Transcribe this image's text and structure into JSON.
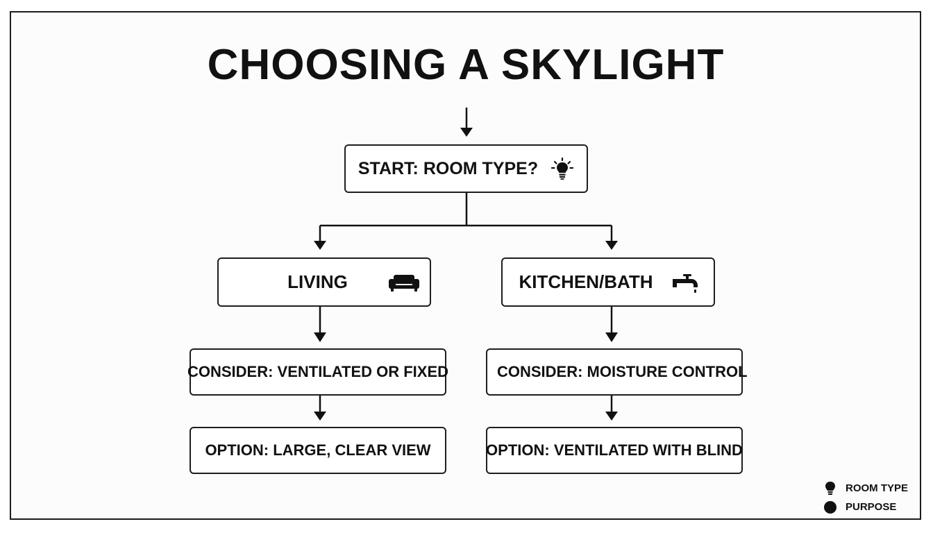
{
  "diagram": {
    "title": "CHOOSING A SKYLIGHT",
    "nodes": {
      "start": {
        "label": "START: ROOM TYPE?",
        "icon": "lightbulb-icon"
      },
      "living": {
        "label": "LIVING",
        "icon": "sofa-icon"
      },
      "kitchen_bath": {
        "label": "KITCHEN/BATH",
        "icon": "faucet-icon"
      },
      "consider_living": {
        "label": "CONSIDER: VENTILATED OR FIXED"
      },
      "consider_kitchen": {
        "label": "CONSIDER: MOISTURE CONTROL"
      },
      "option_living": {
        "label": "OPTION: LARGE, CLEAR VIEW"
      },
      "option_kitchen": {
        "label": "OPTION: VENTILATED WITH BLIND"
      }
    },
    "edges": [
      {
        "from": "title",
        "to": "start"
      },
      {
        "from": "start",
        "to": "living"
      },
      {
        "from": "start",
        "to": "kitchen_bath"
      },
      {
        "from": "living",
        "to": "consider_living"
      },
      {
        "from": "kitchen_bath",
        "to": "consider_kitchen"
      },
      {
        "from": "consider_living",
        "to": "option_living"
      },
      {
        "from": "consider_kitchen",
        "to": "option_kitchen"
      }
    ],
    "legend": [
      {
        "icon": "lightbulb-icon",
        "label": "ROOM TYPE"
      },
      {
        "icon": "dot-icon",
        "label": "PURPOSE"
      }
    ]
  }
}
